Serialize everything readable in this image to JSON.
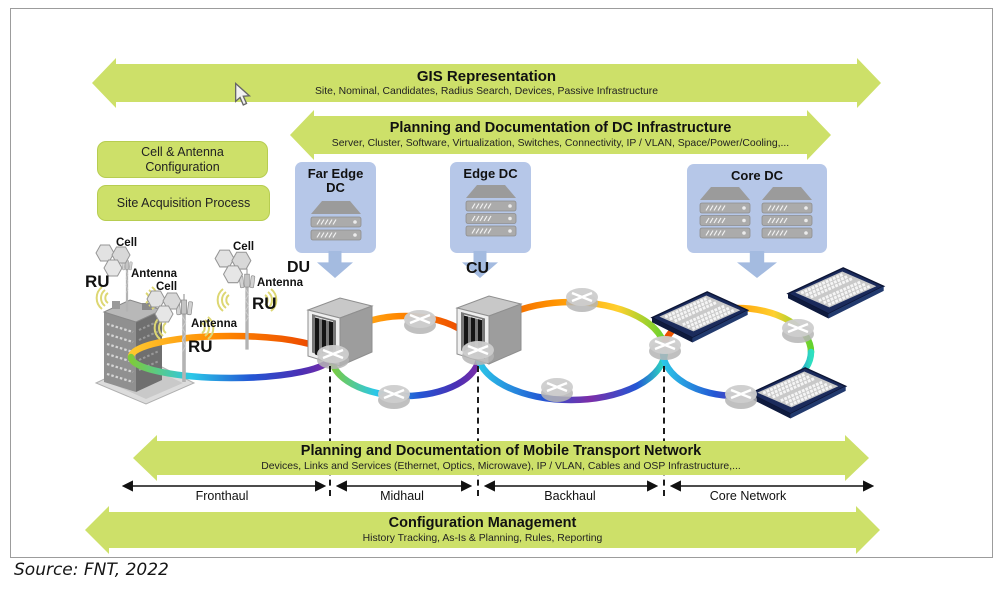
{
  "colors": {
    "banner_green": "#cde069",
    "node_blue": "#b6c7e8",
    "arrow_blue": "#a4bbe0",
    "datacenter_navy": "#1b2b5c"
  },
  "banners": {
    "gis": {
      "title": "GIS Representation",
      "subtitle": "Site, Nominal, Candidates, Radius Search, Devices, Passive Infrastructure"
    },
    "dc_infra": {
      "title": "Planning and Documentation of DC Infrastructure",
      "subtitle": "Server, Cluster, Software, Virtualization, Switches, Connectivity, IP / VLAN, Space/Power/Cooling,..."
    },
    "transport": {
      "title": "Planning and Documentation of Mobile Transport Network",
      "subtitle": "Devices, Links and Services (Ethernet, Optics, Microwave), IP / VLAN, Cables and OSP Infrastructure,..."
    },
    "config": {
      "title": "Configuration Management",
      "subtitle": "History Tracking, As-Is & Planning, Rules, Reporting"
    }
  },
  "process_boxes": {
    "cell_antenna": "Cell & Antenna Configuration",
    "site_acquisition": "Site Acquisition Process"
  },
  "dc_nodes": {
    "far_edge": "Far Edge DC",
    "edge": "Edge DC",
    "core": "Core DC"
  },
  "network_labels": {
    "ru": "RU",
    "cell": "Cell",
    "antenna": "Antenna",
    "du": "DU",
    "cu": "CU"
  },
  "segments": {
    "fronthaul": "Fronthaul",
    "midhaul": "Midhaul",
    "backhaul": "Backhaul",
    "core_network": "Core Network"
  },
  "source": "Source: FNT, 2022",
  "icons": {
    "mouse_cursor": "pointer-arrow",
    "server_stack": "stacked-rack-servers",
    "router": "router-with-crossed-arrows",
    "radio_tower": "antenna-mast",
    "cell_hex": "hexagon-cell-cluster",
    "building": "office-building-with-mast",
    "rack_cabinet": "open-network-cabinet",
    "datacenter": "isometric-data-center",
    "ring": "rainbow-fiber-ring"
  }
}
